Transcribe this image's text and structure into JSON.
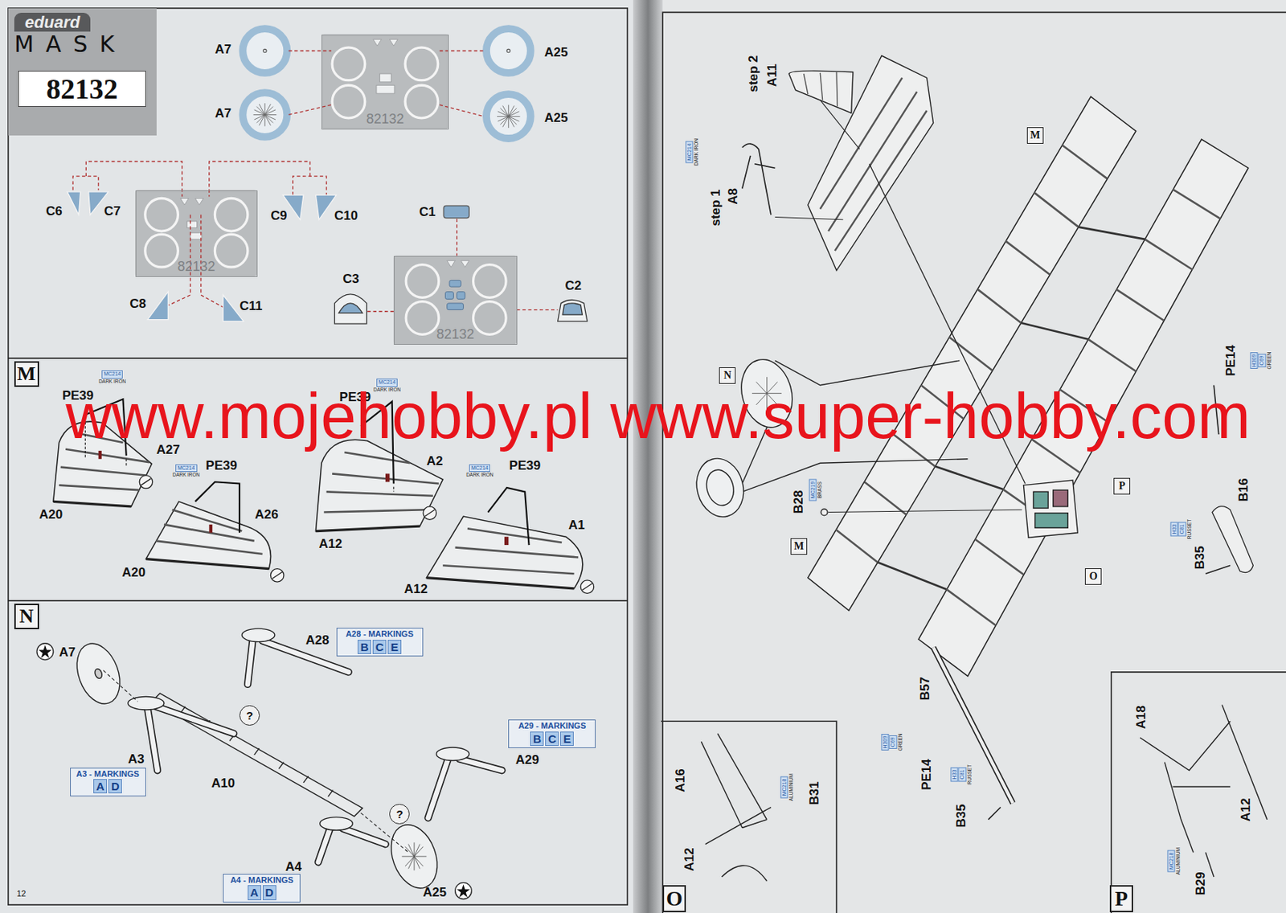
{
  "diagram": {
    "nodes": [
      {
        "text": [
          "eduard",
          "MASK"
        ]
      },
      {
        "text": [
          "82132"
        ],
        "in": 0
      },
      {
        "text": [
          "82132"
        ]
      },
      {
        "text": [
          "82132"
        ]
      },
      {
        "text": [
          "82132"
        ]
      },
      {
        "text": [
          "M"
        ]
      },
      {
        "text": [
          "MC214",
          "DARK IRON"
        ]
      },
      {
        "text": [
          "MC214",
          "DARK IRON"
        ]
      },
      {
        "text": [
          "MC214",
          "DARK IRON"
        ]
      },
      {
        "text": [
          "MC214",
          "DARK IRON"
        ]
      },
      {
        "text": [
          "N"
        ]
      },
      {
        "text": [
          "A28 - MARKINGS",
          "B",
          "C",
          "E"
        ]
      },
      {
        "text": [
          "?"
        ]
      },
      {
        "text": [
          "A29 - MARKINGS",
          "B",
          "C",
          "E"
        ]
      },
      {
        "text": [
          "A3 - MARKINGS",
          "A",
          "D"
        ]
      },
      {
        "text": [
          "?"
        ]
      },
      {
        "text": [
          "A4 - MARKINGS",
          "A",
          "D"
        ]
      },
      {
        "text": [
          "MC214",
          "DARK IRON"
        ]
      },
      {
        "text": [
          "M"
        ]
      },
      {
        "text": [
          "N"
        ]
      },
      {
        "text": [
          "MC219",
          "BRASS"
        ]
      },
      {
        "text": [
          "H309",
          "C69",
          "GREEN"
        ]
      },
      {
        "text": [
          "P"
        ]
      },
      {
        "text": [
          "H33",
          "C81",
          "RUSSET"
        ]
      },
      {
        "text": [
          "M"
        ]
      },
      {
        "text": [
          "O"
        ]
      },
      {
        "text": [
          "H309",
          "C69",
          "GREEN"
        ]
      },
      {
        "text": [
          "H33",
          "C81",
          "RUSSET"
        ]
      },
      {
        "text": [
          "O"
        ]
      },
      {
        "text": [
          "MC218",
          "ALUMINIUM"
        ]
      },
      {
        "text": [
          "P"
        ]
      },
      {
        "text": [
          "MC218",
          "ALUMINIUM"
        ]
      }
    ],
    "labels": [
      "A7",
      "A25",
      "A7",
      "A25",
      "C6",
      "C7",
      "C9",
      "C10",
      "C1",
      "C3",
      "C2",
      "C8",
      "C11",
      "PE39",
      "A27",
      "A20",
      "PE39",
      "A26",
      "A20",
      "PE39",
      "A2",
      "A12",
      "PE39",
      "A1",
      "A12",
      "A7",
      "A28",
      "A3",
      "A10",
      "A29",
      "A4",
      "A25",
      "12",
      "step 2",
      "A11",
      "step 1",
      "A8",
      "B28",
      "PE14",
      "B16",
      "B35",
      "B57",
      "PE14",
      "B35",
      "A16",
      "B31",
      "A12",
      "A18",
      "A12",
      "B29",
      "www.mojehobby.pl www.super-hobby.com"
    ]
  }
}
